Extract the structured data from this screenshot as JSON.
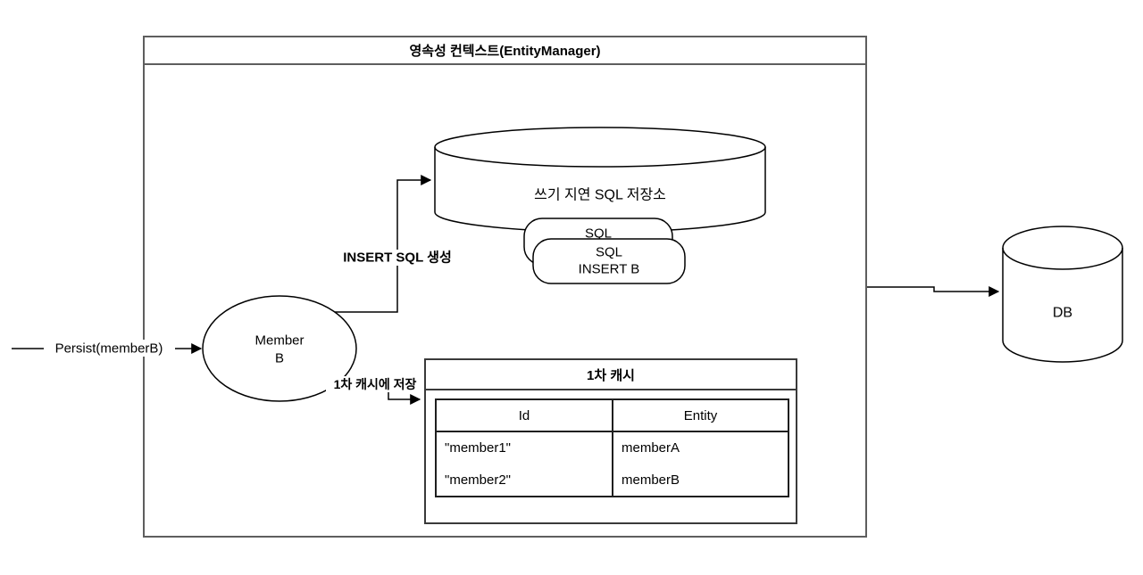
{
  "colors": {
    "background": "#ffffff",
    "shape_stroke": "#000000",
    "outer_box_border": "#5e5e5e",
    "cache_box_border": "#3a3a3a",
    "table_border": "#1f1f1f"
  },
  "context_box": {
    "title": "영속성 컨텍스트(EntityManager)"
  },
  "persist_arrow": {
    "label": "Persist(memberB)"
  },
  "member_entity": {
    "name_line1": "Member",
    "name_line2": "B"
  },
  "insert_sql_arrow": {
    "label": "INSERT SQL 생성"
  },
  "sql_store": {
    "title": "쓰기 지연 SQL 저장소",
    "back_card": {
      "line1": "SQL"
    },
    "front_card": {
      "line1": "SQL",
      "line2": "INSERT B"
    }
  },
  "cache_save_arrow": {
    "label": "1차 캐시에 저장"
  },
  "first_level_cache": {
    "title": "1차 캐시",
    "table": {
      "headers": [
        "Id",
        "Entity"
      ],
      "rows": [
        {
          "id": "\"member1\"",
          "entity": "memberA"
        },
        {
          "id": "\"member2\"",
          "entity": "memberB"
        }
      ]
    }
  },
  "database": {
    "label": "DB"
  }
}
